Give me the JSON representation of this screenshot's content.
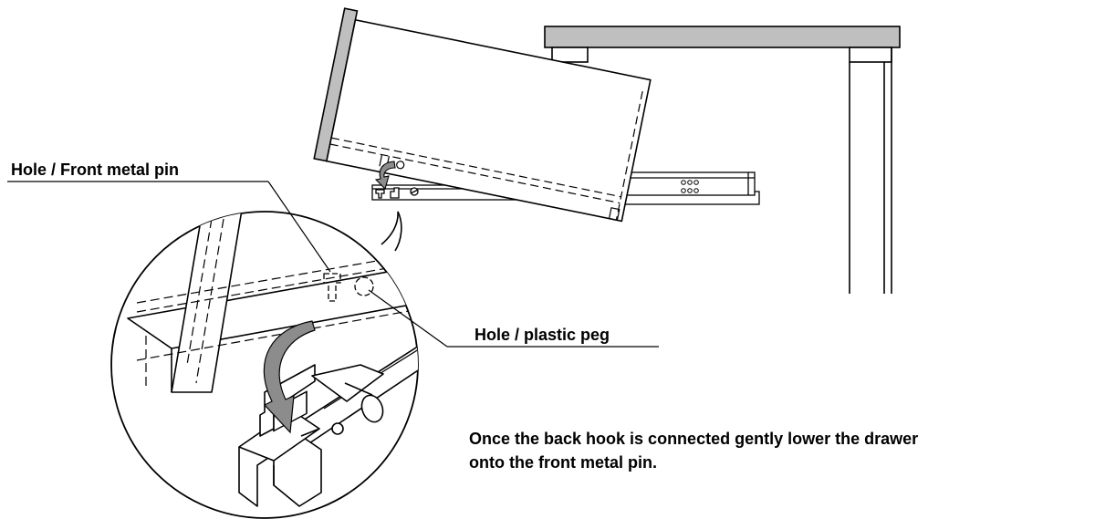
{
  "labels": {
    "front_pin": "Hole / Front metal pin",
    "plastic_peg": "Hole / plastic peg"
  },
  "instruction": {
    "line1": "Once the back hook is connected gently lower the drawer",
    "line2": "onto the front metal pin."
  },
  "colors": {
    "line": "#000000",
    "panel_fill": "#bfbfbf",
    "arrow_fill": "#8c8c8c",
    "background": "#ffffff"
  },
  "icons": [
    "drawer-lowering-arrow-icon",
    "detail-lowering-arrow-icon"
  ]
}
